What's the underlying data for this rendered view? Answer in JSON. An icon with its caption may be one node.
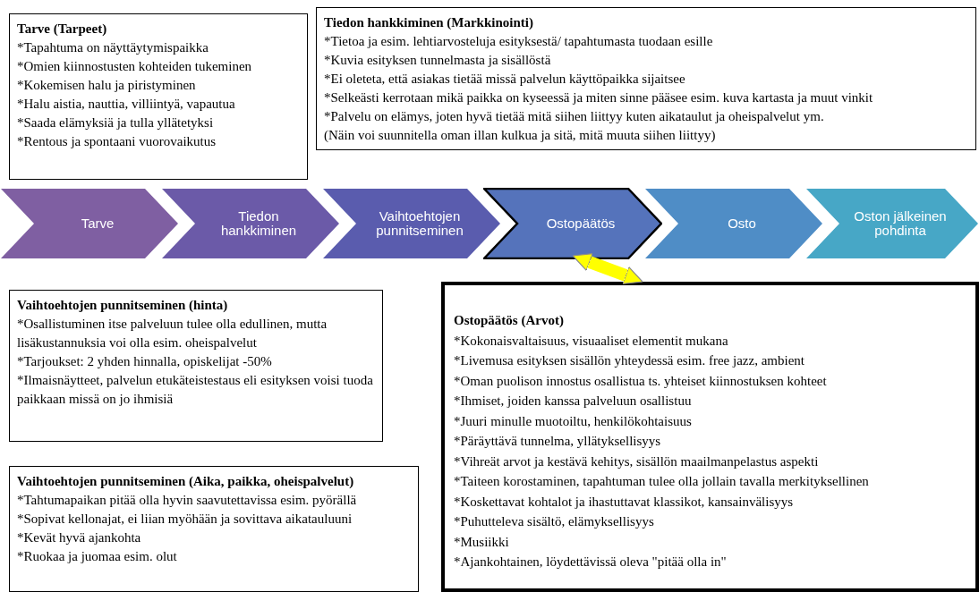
{
  "diagram": {
    "nodes": [
      {
        "text": [
          "Tarve (Tarpeet)",
          "*Tapahtuma on näyttäytymispaikka",
          "*Omien kiinnostusten kohteiden tukeminen",
          "*Kokemisen halu ja piristyminen",
          "*Halu aistia, nauttia, villiintyä, vapautua",
          "*Saada elämyksiä ja tulla yllätetyksi",
          "*Rentous ja spontaani vuorovaikutus"
        ]
      },
      {
        "text": [
          "Tiedon hankkiminen (Markkinointi)",
          "*Tietoa ja esim. lehtiarvosteluja esityksestä/ tapahtumasta tuodaan esille",
          "*Kuvia esityksen tunnelmasta ja sisällöstä",
          "*Ei oleteta, että asiakas tietää missä palvelun käyttöpaikka sijaitsee",
          "*Selkeästi kerrotaan mikä paikka on kyseessä ja miten sinne pääsee esim. kuva kartasta ja muut vinkit",
          "*Palvelu on elämys, joten hyvä tietää mitä siihen liittyy kuten aikataulut ja oheispalvelut ym.",
          "(Näin voi suunnitella oman illan kulkua ja sitä, mitä muuta siihen liittyy)"
        ]
      },
      {
        "text": [
          "Tarve"
        ]
      },
      {
        "text": [
          "Tiedon hankkiminen"
        ]
      },
      {
        "text": [
          "Vaihtoehtojen punnitseminen"
        ]
      },
      {
        "text": [
          "Ostopäätös"
        ]
      },
      {
        "text": [
          "Osto"
        ]
      },
      {
        "text": [
          "Oston jälkeinen pohdinta"
        ]
      },
      {
        "text": [
          "Vaihtoehtojen punnitseminen (hinta)",
          "*Osallistuminen itse palveluun tulee olla edullinen, mutta lisäkustannuksia voi olla esim. oheispalvelut",
          "*Tarjoukset: 2 yhden hinnalla, opiskelijat -50%",
          "*Ilmaisnäytteet, palvelun etukäteistestaus eli esityksen voisi tuoda paikkaan missä on jo ihmisiä"
        ]
      },
      {
        "text": [
          "Ostopäätös (Arvot)",
          "*Kokonaisvaltaisuus, visuaaliset elementit mukana",
          "*Livemusa esityksen sisällön yhteydessä esim. free jazz, ambient",
          "*Oman puolison innostus osallistua ts. yhteiset kiinnostuksen kohteet",
          "*Ihmiset, joiden kanssa palveluun osallistuu",
          "*Juuri minulle muotoiltu, henkilökohtaisuus",
          "*Päräyttävä tunnelma, yllätyksellisyys",
          "*Vihreät arvot ja kestävä kehitys, sisällön maailmanpelastus aspekti",
          "*Taiteen korostaminen, tapahtuman tulee olla jollain tavalla merkityksellinen",
          "*Koskettavat kohtalot ja ihastuttavat klassikot, kansainvälisyys",
          "*Puhutteleva sisältö, elämyksellisyys",
          "*Musiikki",
          "*Ajankohtainen, löydettävissä oleva \"pitää olla in\""
        ]
      },
      {
        "text": [
          "Vaihtoehtojen punnitseminen (Aika, paikka, oheispalvelut)",
          "*Tahtumapaikan pitää olla hyvin saavutettavissa esim. pyörällä",
          "*Sopivat kellonajat, ei liian myöhään ja sovittava aikatauluuni",
          "*Kevät hyvä ajankohta",
          "*Ruokaa ja juomaa esim. olut"
        ]
      }
    ],
    "edges": [
      {
        "from": 5,
        "to": 9,
        "arrow": "both",
        "color": "#ffff00"
      }
    ]
  }
}
